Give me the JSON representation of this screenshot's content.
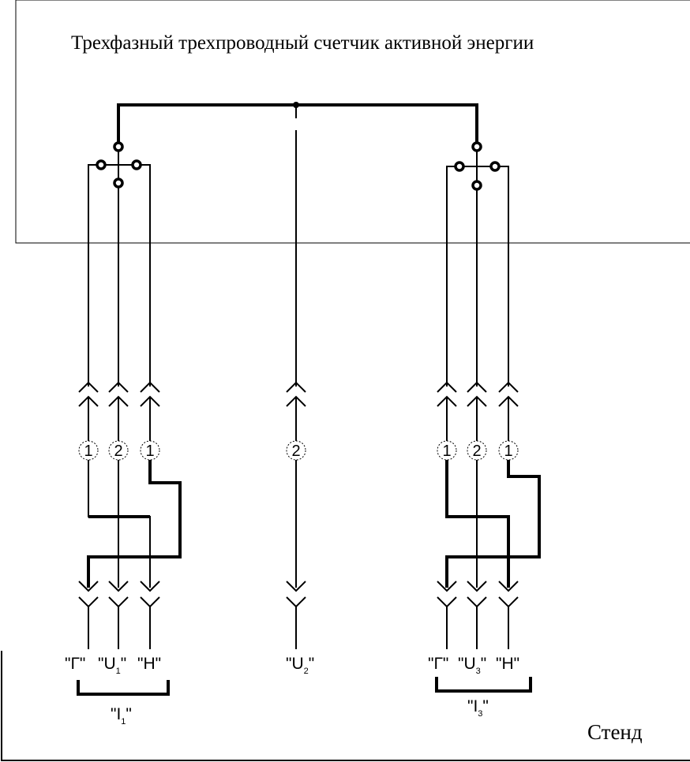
{
  "meter": {
    "title": "Трехфазный трехпроводный счетчик активной энергии"
  },
  "stand": {
    "title": "Стенд"
  },
  "groups": [
    {
      "labels": [
        {
          "q1": "\"Г\"",
          "main": "",
          "sub": ""
        },
        {
          "q1": "\"U",
          "main": "",
          "sub": "1"
        },
        {
          "q1": "\"Н\"",
          "main": "",
          "sub": ""
        }
      ],
      "bracket": {
        "main": "\"I",
        "sub": "1"
      },
      "circle_numbers": [
        "1",
        "2",
        "1"
      ]
    },
    {
      "labels": [
        {
          "q1": "\"U",
          "sub": "2"
        }
      ],
      "circle_numbers": [
        "2"
      ]
    },
    {
      "labels": [
        {
          "q1": "\"Г\"",
          "sub": ""
        },
        {
          "q1": "\"U",
          "sub": "3"
        },
        {
          "q1": "\"Н\"",
          "sub": ""
        }
      ],
      "bracket": {
        "main": "\"I",
        "sub": "3"
      },
      "circle_numbers": [
        "1",
        "2",
        "1"
      ]
    }
  ]
}
